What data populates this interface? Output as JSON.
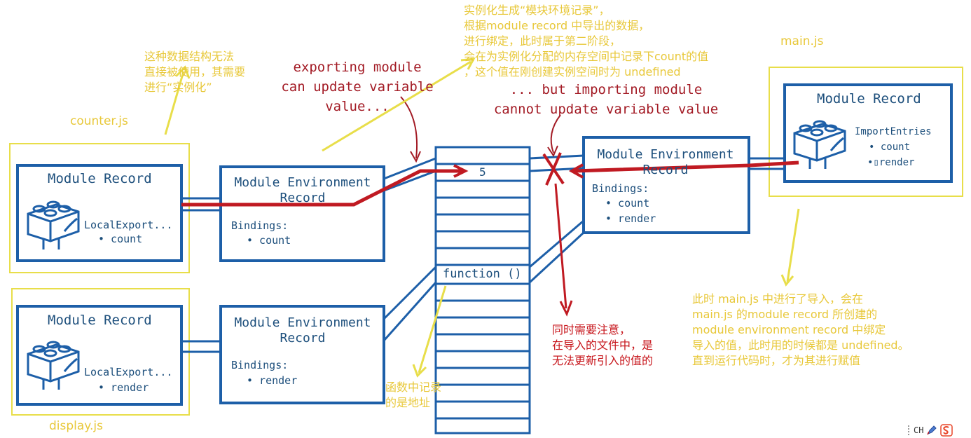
{
  "files": {
    "counter": "counter.js",
    "display": "display.js",
    "main": "main.js"
  },
  "counter_record": {
    "title": "Module Record",
    "exports_label": "LocalExport...",
    "export_item": "• count"
  },
  "display_record": {
    "title": "Module Record",
    "exports_label": "LocalExport...",
    "export_item": "• render"
  },
  "main_record": {
    "title": "Module Record",
    "imports_label": "ImportEntries",
    "import_items": [
      "• count",
      "•▯render"
    ]
  },
  "counter_env": {
    "title_line1": "Module Environment",
    "title_line2": "Record",
    "bindings_label": "Bindings:",
    "bindings": [
      "• count"
    ]
  },
  "display_env": {
    "title_line1": "Module Environment",
    "title_line2": "Record",
    "bindings_label": "Bindings:",
    "bindings": [
      "• render"
    ]
  },
  "main_env": {
    "title_line1": "Module Environment",
    "title_line2": "Record",
    "bindings_label": "Bindings:",
    "bindings": [
      "• count",
      "• render"
    ]
  },
  "memory": {
    "value_cell": "5",
    "function_cell": "function ()"
  },
  "hand_notes": {
    "exporting": [
      "exporting module",
      "can update variable value..."
    ],
    "importing": [
      "... but importing module",
      "cannot update variable value"
    ]
  },
  "annotations": {
    "instantiate": [
      "这种数据结构无法",
      "直接被使用，其需要",
      "进行“实例化”"
    ],
    "top_center": [
      "实例化生成“模块环境记录”，",
      "根据module record 中导出的数据，",
      "进行绑定，此时属于第二阶段，",
      "会在为实例化分配的内存空间中记录下count的值",
      "，这个值在刚创建实例空间时为 undefined"
    ],
    "function_addr": [
      "函数中记录",
      "的是地址"
    ],
    "red_note": [
      "同时需要注意，",
      "在导入的文件中，是",
      "无法更新引入的值的"
    ],
    "main_note": [
      "此时 main.js 中进行了导入，会在",
      "main.js 的module record 所创建的",
      "module environment record 中绑定",
      "导入的值，此时用的时候都是 undefined。",
      "直到运行代码时，才为其进行赋值"
    ]
  },
  "status": {
    "ime_label": "CH"
  },
  "colors": {
    "blue": "#1d5fa8",
    "red": "#c01a22",
    "yellow": "#e8de4a",
    "annotation_yellow": "#e8c83a"
  }
}
